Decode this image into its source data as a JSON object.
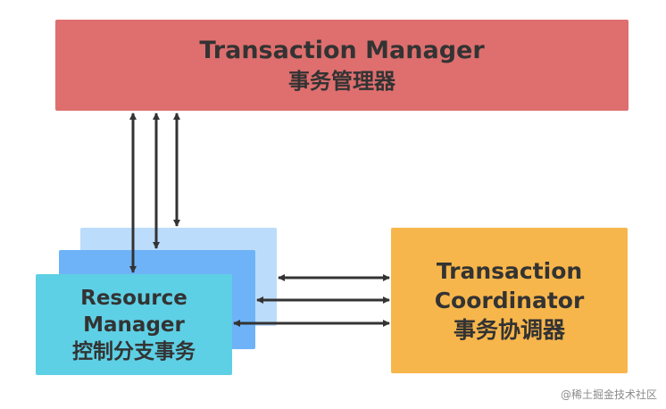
{
  "transaction_manager": {
    "title_en": "Transaction Manager",
    "title_zh": "事务管理器"
  },
  "resource_manager": {
    "line1": "Resource",
    "line2": "Manager",
    "line3": "控制分支事务"
  },
  "transaction_coordinator": {
    "line1": "Transaction",
    "line2": "Coordinator",
    "line3": "事务协调器"
  },
  "watermark": "@稀土掘金技术社区",
  "colors": {
    "transaction_manager": "#de6f6e",
    "resource_manager_front": "#5ed0e5",
    "resource_manager_middle": "#6eb3f7",
    "resource_manager_back": "#bcdcfb",
    "transaction_coordinator": "#f7b64b",
    "arrow": "#333333"
  }
}
